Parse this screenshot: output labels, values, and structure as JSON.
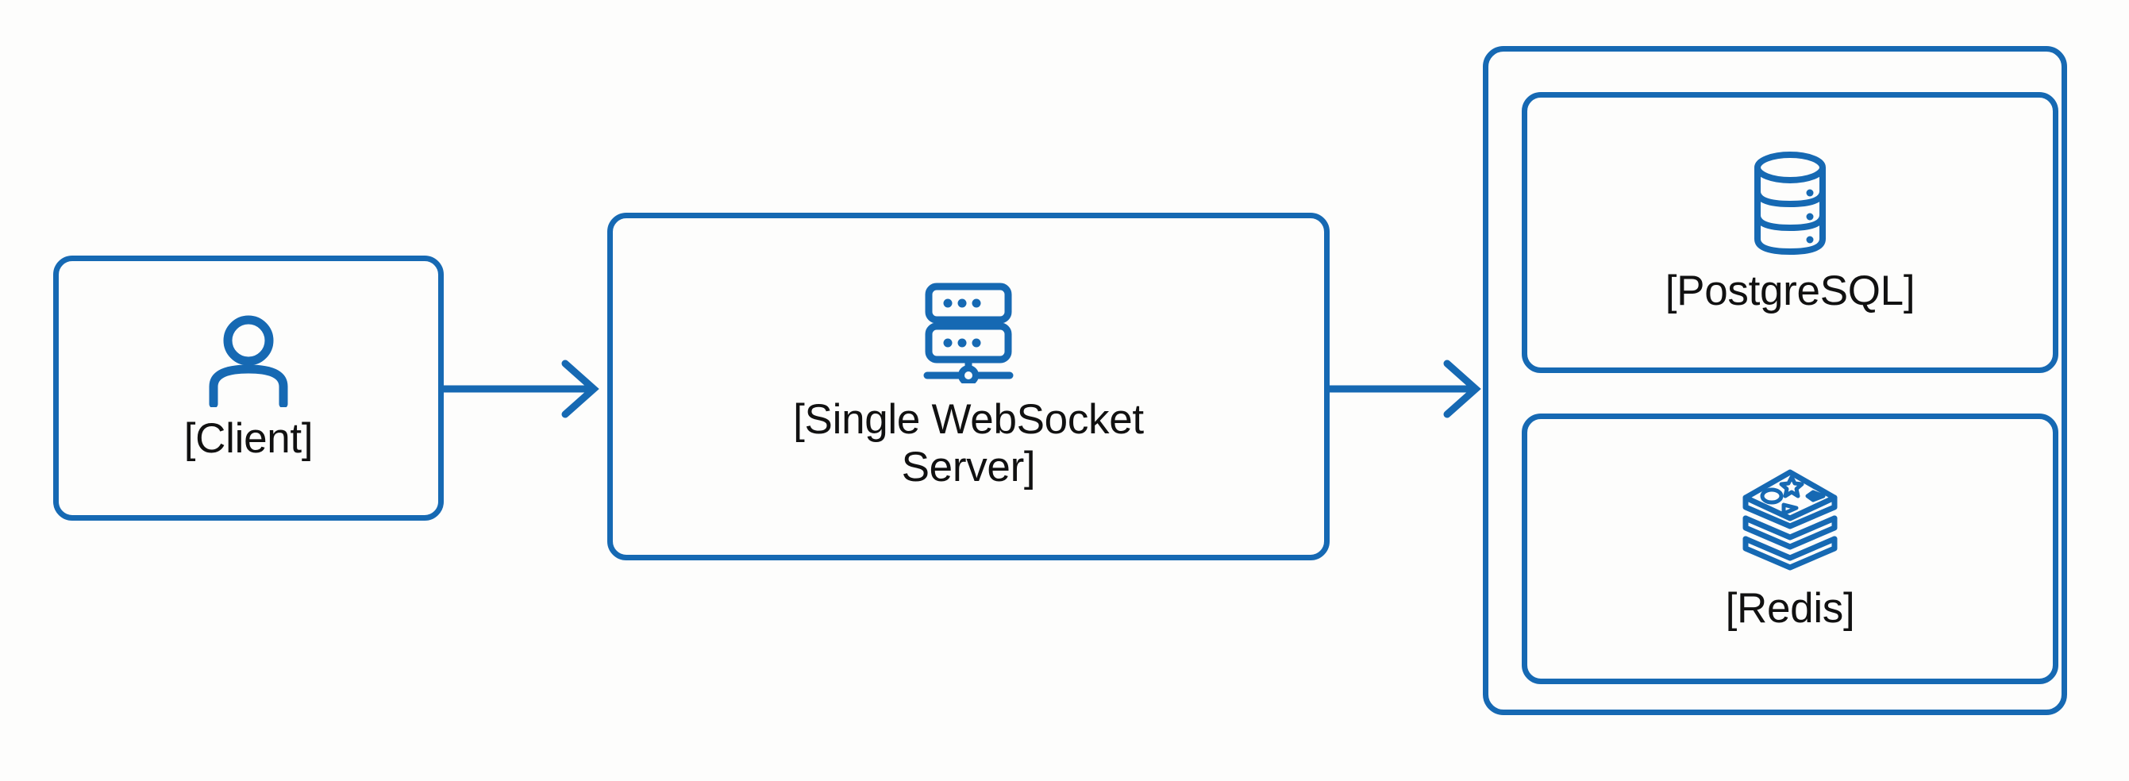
{
  "diagram": {
    "type": "architecture-flow",
    "background_color": "#fdfdfc",
    "accent_color": "#1669b3",
    "text_color": "#111111",
    "nodes": [
      {
        "id": "client",
        "label": "[Client]",
        "icon": "user-icon"
      },
      {
        "id": "server",
        "label": "[Single WebSocket\nServer]",
        "icon": "server-rack-icon"
      },
      {
        "id": "postgres",
        "label": "[PostgreSQL]",
        "icon": "database-cylinder-icon"
      },
      {
        "id": "redis",
        "label": "[Redis]",
        "icon": "redis-stack-icon"
      }
    ],
    "group": {
      "id": "datastore-group",
      "label": "",
      "children": [
        "postgres",
        "redis"
      ]
    },
    "connectors": [
      {
        "id": "client-to-server",
        "from": "client",
        "to": "server",
        "style": "arrow-right"
      },
      {
        "id": "server-to-datastore",
        "from": "server",
        "to": "datastore-group",
        "style": "arrow-right"
      }
    ]
  }
}
